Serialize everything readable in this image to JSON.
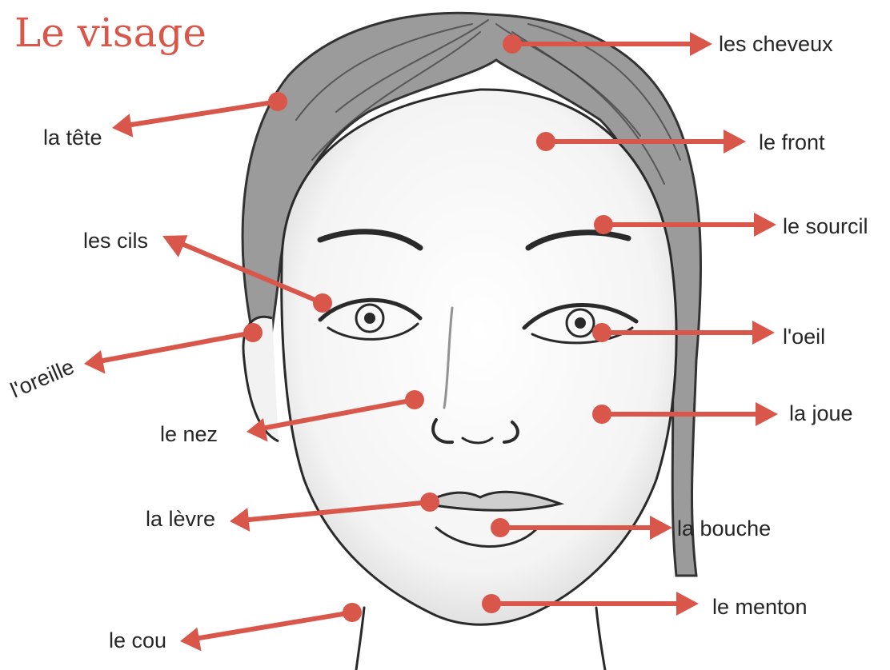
{
  "title": "Le visage",
  "accent_color": "#d9574a",
  "labels": {
    "cheveux": "les cheveux",
    "tete": "la tête",
    "front": "le front",
    "sourcil": "le sourcil",
    "cils": "les cils",
    "oeil": "l'oeil",
    "oreille": "l'oreille",
    "joue": "la joue",
    "nez": "le nez",
    "levre": "la lèvre",
    "bouche": "la bouche",
    "menton": "le menton",
    "cou": "le cou"
  }
}
